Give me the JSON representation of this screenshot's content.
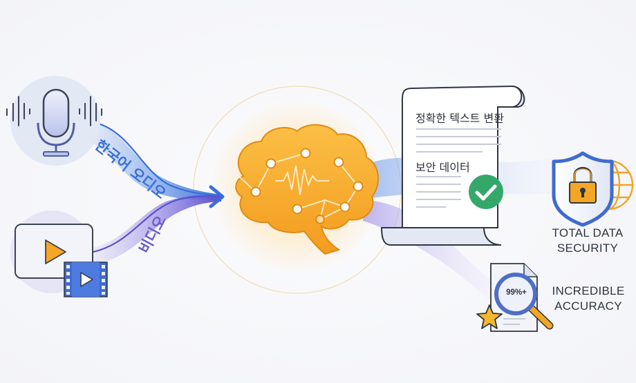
{
  "inputs": {
    "audio": {
      "label": "한국어 오디오",
      "icon": "microphone-icon",
      "color": "#3a6fd8"
    },
    "video": {
      "label": "비디오",
      "icon": "video-play-icon",
      "color": "#6a5cd0"
    }
  },
  "processor": {
    "icon": "brain-network-icon",
    "color": "#f5a623"
  },
  "document": {
    "heading": "정확한 텍스트 변환",
    "subheading": "보안 데이터",
    "status_icon": "check-circle-icon",
    "status_color": "#34a86a"
  },
  "features": [
    {
      "label_line1": "TOTAL DATA",
      "label_line2": "SECURITY",
      "icon": "shield-lock-globe-icon"
    },
    {
      "label_line1": "INCREDIBLE",
      "label_line2": "ACCURACY",
      "icon": "magnifier-document-icon",
      "badge": "99%+"
    }
  ],
  "colors": {
    "accent_blue": "#3a6fd8",
    "accent_purple": "#6a5cd0",
    "accent_orange": "#f5a623",
    "success_green": "#34a86a",
    "outline": "#2f3542"
  }
}
